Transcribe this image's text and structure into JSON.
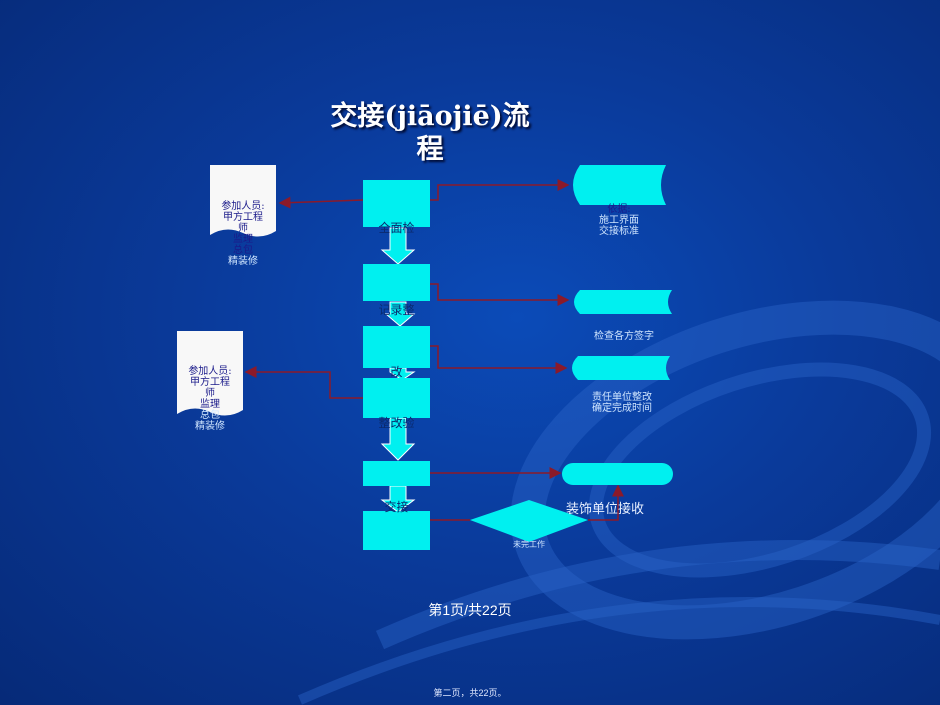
{
  "title": "交接(jiāojiē)流程",
  "left_docs": [
    {
      "lines": [
        "参加人员:",
        "甲方工程",
        "师",
        "监理",
        "总包",
        "精装修"
      ]
    },
    {
      "lines": [
        "参加人员:",
        "甲方工程",
        "师",
        "监理",
        "总包",
        "精装修"
      ]
    }
  ],
  "process_labels": [
    "全面检",
    "记录整",
    "改",
    "整改验",
    "",
    "交接"
  ],
  "right_notes": {
    "basis": [
      "依据:",
      "施工界面",
      "交接标准"
    ],
    "sign": "检查各方签字",
    "rectify": [
      "责任单位整改",
      "确定完成时间"
    ],
    "receive": "装饰单位接收"
  },
  "decision_label": "未完工作",
  "footer": {
    "page_indicator": "第1页/共22页",
    "small": "第二页，共22页。"
  },
  "colors": {
    "process_fill": "#00f0f0",
    "connector": "#8b1a2a",
    "arrow": "#00f0f0"
  }
}
